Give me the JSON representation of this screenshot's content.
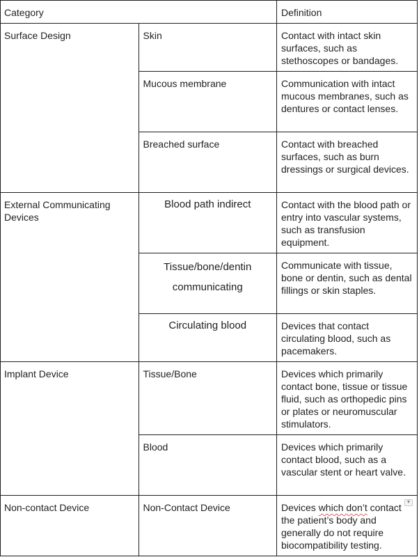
{
  "header": {
    "category": "Category",
    "definition": "Definition"
  },
  "groups": [
    {
      "category": "Surface Design",
      "rows": [
        {
          "sub": "Skin",
          "def": "Contact with intact skin surfaces, such as stethoscopes or bandages."
        },
        {
          "sub": "Mucous membrane",
          "def": "Communication with intact mucous membranes, such as dentures or contact lenses."
        },
        {
          "sub": "Breached surface",
          "def": "Contact with breached surfaces, such as burn dressings or surgical devices."
        }
      ]
    },
    {
      "category": "External Communicating Devices",
      "rows": [
        {
          "sub": "Blood path indirect",
          "def": "Contact with the blood path or entry into vascular systems, such as transfusion equipment."
        },
        {
          "sub": "Tissue/bone/dentin communicating",
          "def": "Communicate with tissue, bone or dentin, such as dental fillings or skin staples."
        },
        {
          "sub": "Circulating blood",
          "def": "Devices that contact circulating blood, such as pacemakers."
        }
      ]
    },
    {
      "category": "Implant Device",
      "rows": [
        {
          "sub": "Tissue/Bone",
          "def": "Devices which primarily contact bone, tissue or tissue fluid, such as orthopedic pins or plates or neuromuscular stimulators."
        },
        {
          "sub": "Blood",
          "def": "Devices which primarily contact blood, such as a vascular stent or heart valve."
        }
      ]
    },
    {
      "category": "Non-contact Device",
      "rows": [
        {
          "sub": "Non-Contact Device",
          "def_pre": "Devices ",
          "def_flag": "which don’t",
          "def_post": " contact the patient’s body and generally do not require biocompatibility testing."
        }
      ]
    }
  ],
  "icons": {
    "corner": "dropdown-corner-icon"
  }
}
